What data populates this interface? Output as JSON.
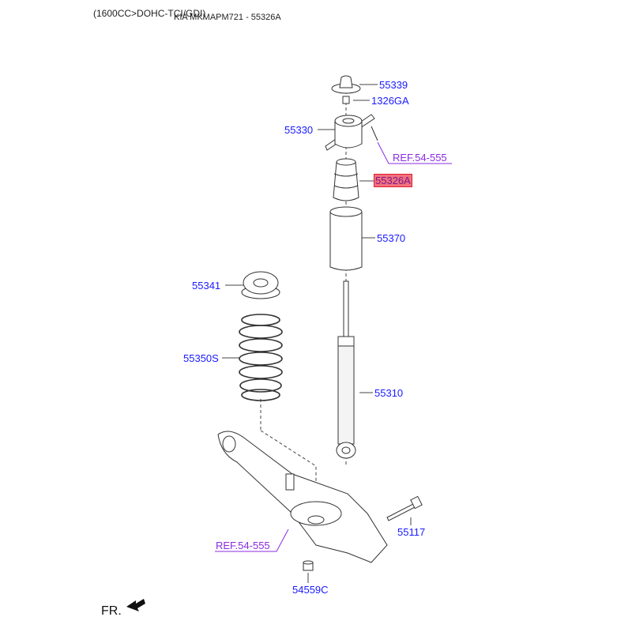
{
  "header": {
    "variant": "(1600CC>DOHC-TCI/GDI)",
    "title": "KIA MKMAPM721 - 55326A"
  },
  "parts": [
    {
      "id": "55339"
    },
    {
      "id": "1326GA"
    },
    {
      "id": "55330"
    },
    {
      "id": "REF.54-555",
      "kind": "reference"
    },
    {
      "id": "55326A",
      "highlighted": true
    },
    {
      "id": "55370"
    },
    {
      "id": "55341"
    },
    {
      "id": "55350S"
    },
    {
      "id": "55310"
    },
    {
      "id": "55117"
    },
    {
      "id": "REF.54-555",
      "kind": "reference"
    },
    {
      "id": "54559C"
    }
  ],
  "direction": {
    "label": "FR."
  },
  "colors": {
    "part": "#1a1aff",
    "reference": "#8a2be2",
    "highlight": "#f2707e"
  }
}
